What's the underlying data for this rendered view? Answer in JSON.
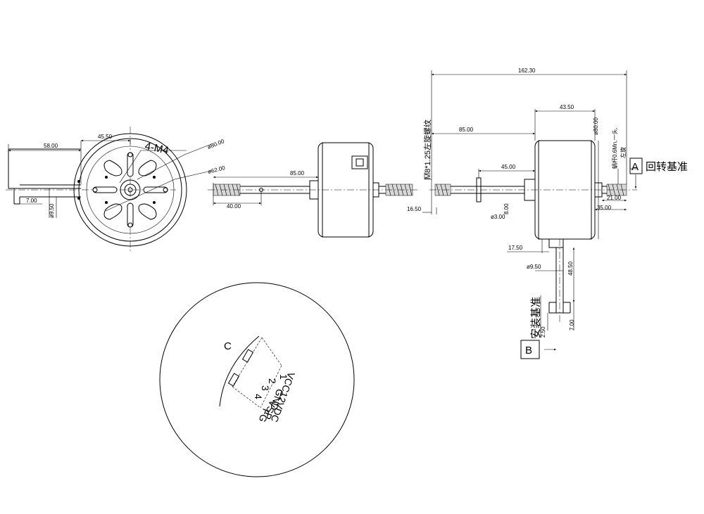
{
  "dimensions": {
    "d58": "58.00",
    "d45_50": "45.50",
    "d7": "7.00",
    "d9_50": "ø9.50",
    "d80": "ø80.00",
    "d62": "ø62.00",
    "d85_mid": "85.00",
    "d40": "40.00",
    "d162_30": "162.30",
    "d43_50": "43.50",
    "d85_right": "85.00",
    "d80_right": "ø80.00",
    "d45": "45.00",
    "d8": "8.00",
    "d3": "ø3.00",
    "d16_50": "16.50",
    "d21": "21.00",
    "d35": "35.00",
    "d17_50": "17.50",
    "d9_50_b": "ø9.50",
    "d48_50": "48.50",
    "d2_50": "2.50",
    "d7_b": "7.00"
  },
  "labels": {
    "mount_holes": "4-M4",
    "thread_spec": "M8*1.25左旋螺纹",
    "worm_spec_1": "蜗杆0.6Mn,一头,",
    "worm_spec_2": "左旋",
    "datum_a_letter": "A",
    "datum_a_text": "回转基准",
    "datum_b_letter": "B",
    "datum_b_text": "安装基准",
    "detail_letter": "C"
  },
  "connector_pins": [
    {
      "num": "1",
      "name": "VCC12VDC"
    },
    {
      "num": "2",
      "name": "GND"
    },
    {
      "num": "3",
      "name": "VSP"
    },
    {
      "num": "4",
      "name": "FG"
    }
  ]
}
